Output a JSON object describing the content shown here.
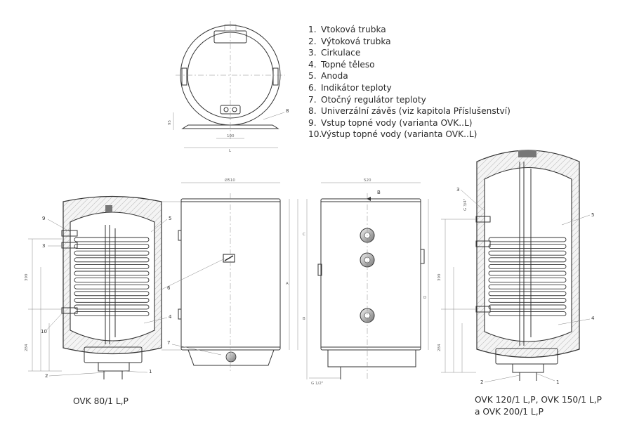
{
  "legend": [
    {
      "num": "1.",
      "text": "Vtoková trubka"
    },
    {
      "num": "2.",
      "text": "Výtoková trubka"
    },
    {
      "num": "3.",
      "text": "Cirkulace"
    },
    {
      "num": "4.",
      "text": "Topné těleso"
    },
    {
      "num": "5.",
      "text": "Anoda"
    },
    {
      "num": "6.",
      "text": "Indikátor teploty"
    },
    {
      "num": "7.",
      "text": "Otočný regulátor teploty"
    },
    {
      "num": "8.",
      "text": "Univerzální závěs (viz kapitola Příslušenství)"
    },
    {
      "num": "9.",
      "text": "Vstup topné vody (varianta OVK..L)"
    },
    {
      "num": "10.",
      "text": "Výstup topné vody (varianta OVK..L)"
    }
  ],
  "captions": {
    "left": "OVK 80/1 L,P",
    "right_line1": "OVK 120/1 L,P, OVK 150/1 L,P",
    "right_line2": "a OVK 200/1 L,P"
  },
  "dimensions": {
    "top_width": "100",
    "top_depth": "95",
    "top_l": "L",
    "front_width": "Ø510",
    "side_width": "520",
    "view_b": "B",
    "dim_a": "A",
    "dim_b": "B",
    "dim_c": "C",
    "dim_d": "D",
    "thread_g": "G 1/2\"",
    "thread_g34": "G 3/4\"",
    "left_399": "399",
    "left_284": "284",
    "right_399": "399",
    "right_284": "284"
  },
  "callouts": {
    "n1": "1",
    "n2": "2",
    "n3": "3",
    "n4": "4",
    "n5": "5",
    "n6": "6",
    "n7": "7",
    "n8": "8",
    "n9": "9",
    "n10": "10"
  }
}
